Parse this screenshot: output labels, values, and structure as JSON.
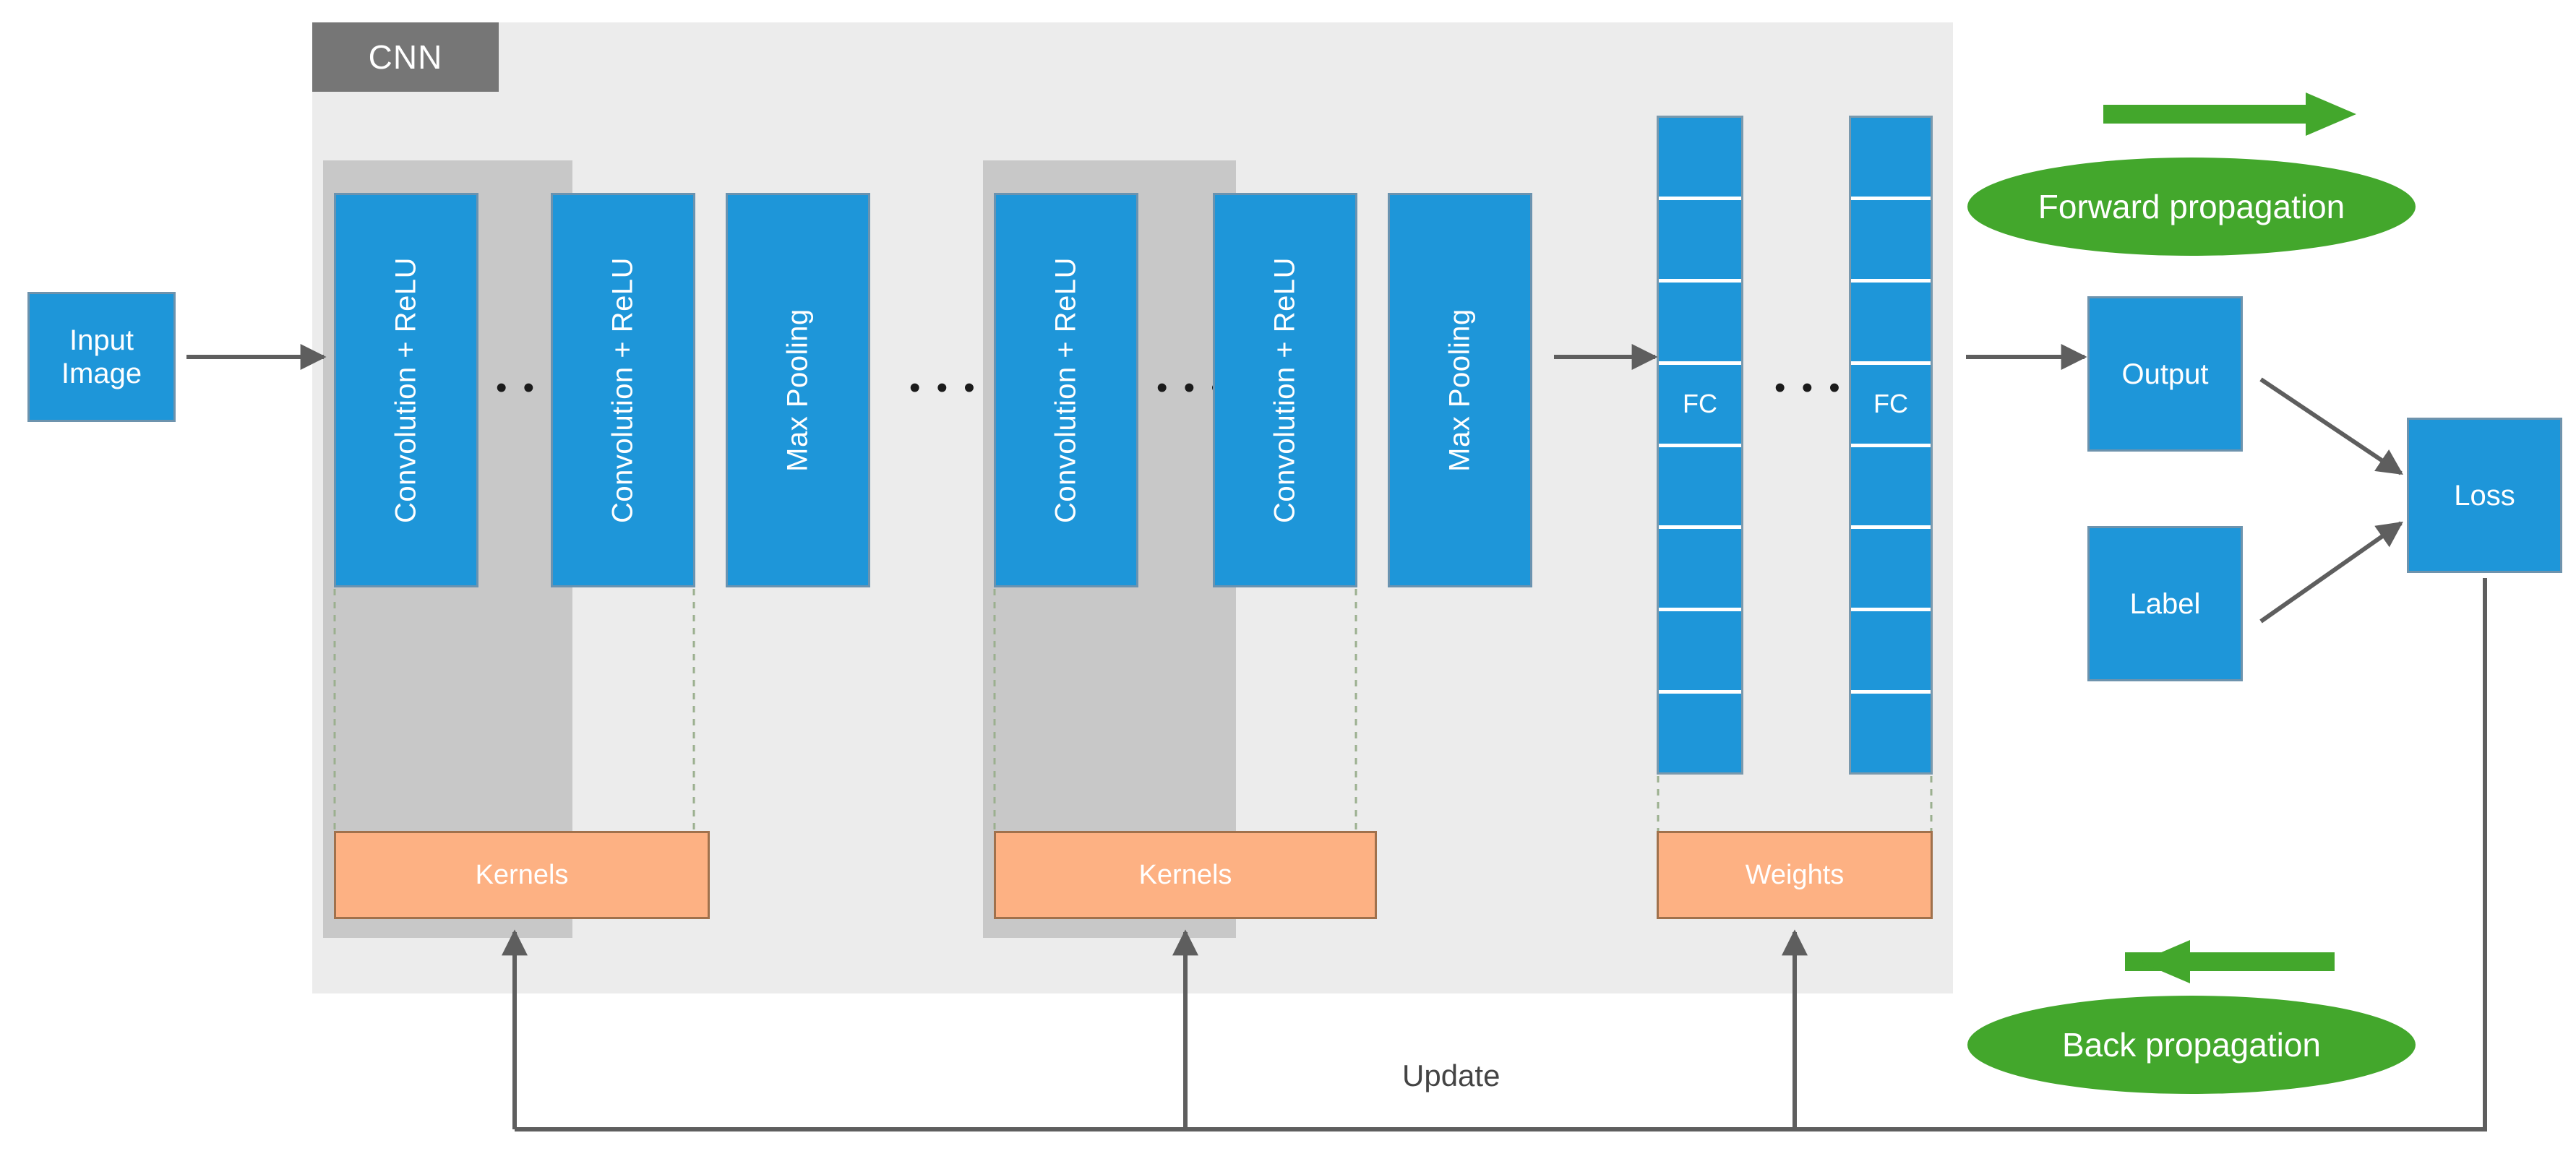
{
  "diagram": {
    "title_tag": "CNN",
    "input": {
      "line1": "Input",
      "line2": "Image"
    },
    "ellipsis": "• • •",
    "conv_groups": [
      {
        "layers": [
          {
            "label": "Convolution + ReLU"
          },
          {
            "label": "Convolution + ReLU"
          },
          {
            "label": "Max Pooling"
          }
        ],
        "param_label": "Kernels"
      },
      {
        "layers": [
          {
            "label": "Convolution + ReLU"
          },
          {
            "label": "Convolution + ReLU"
          },
          {
            "label": "Max Pooling"
          }
        ],
        "param_label": "Kernels"
      }
    ],
    "fc_section": {
      "columns": [
        {
          "label": "FC",
          "segments": 8
        },
        {
          "label": "FC",
          "segments": 8
        }
      ],
      "param_label": "Weights"
    },
    "output_box": "Output",
    "label_box": "Label",
    "loss_box": "Loss",
    "forward_pill": "Forward propagation",
    "backward_pill": "Back propagation",
    "update_label": "Update",
    "colors": {
      "blue": "#1e96d9",
      "orange": "#fdb183",
      "green": "#43a72c",
      "panel_grey": "#ececec",
      "group_grey": "#c8c8c8",
      "tag_grey": "#767676",
      "arrow_grey": "#5e5e5e"
    }
  }
}
